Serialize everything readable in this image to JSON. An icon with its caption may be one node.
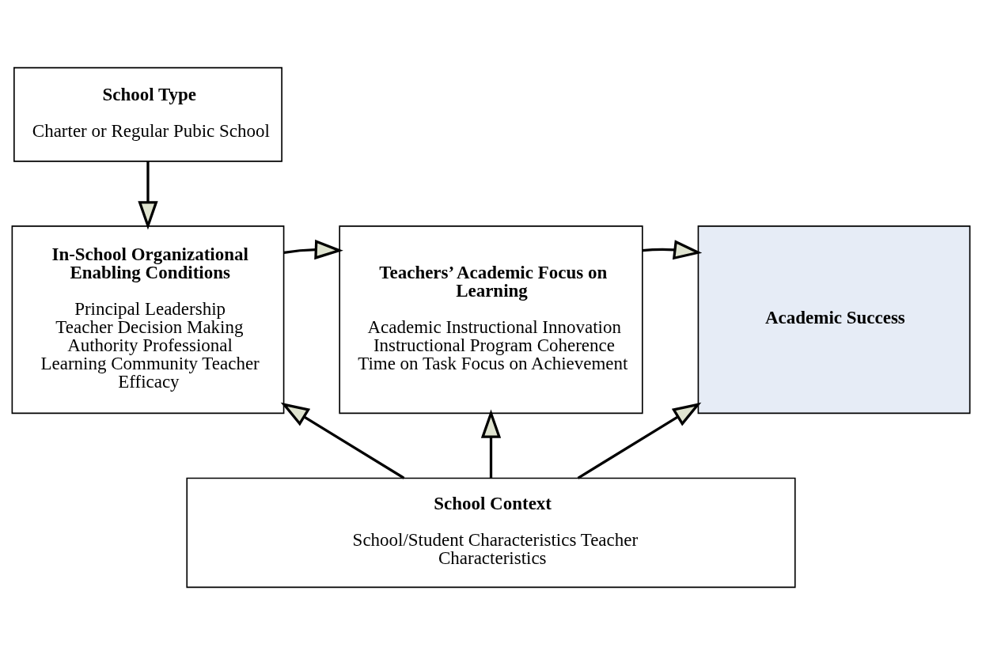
{
  "diagram": {
    "nodes": [
      {
        "text": [
          "School Type",
          "Charter or Regular Pubic School"
        ]
      },
      {
        "text": [
          "In-School Organizational Enabling Conditions",
          "Principal Leadership Teacher Decision Making Authority Professional Learning Community Teacher Efficacy"
        ]
      },
      {
        "text": [
          "Teachers’ Academic Focus on Learning",
          "Academic Instructional Innovation Instructional Program Coherence Time on Task Focus on Achievement"
        ]
      },
      {
        "text": [
          "Academic Success"
        ]
      },
      {
        "text": [
          "School Context",
          "School/Student Characteristics Teacher Characteristics"
        ]
      }
    ],
    "edges": [
      {
        "from": 0,
        "to": 1,
        "arrow": "to"
      },
      {
        "from": 1,
        "to": 2,
        "arrow": "to"
      },
      {
        "from": 2,
        "to": 3,
        "arrow": "to"
      },
      {
        "from": 4,
        "to": 1,
        "arrow": "to"
      },
      {
        "from": 4,
        "to": 2,
        "arrow": "to"
      },
      {
        "from": 4,
        "to": 3,
        "arrow": "to"
      }
    ]
  }
}
